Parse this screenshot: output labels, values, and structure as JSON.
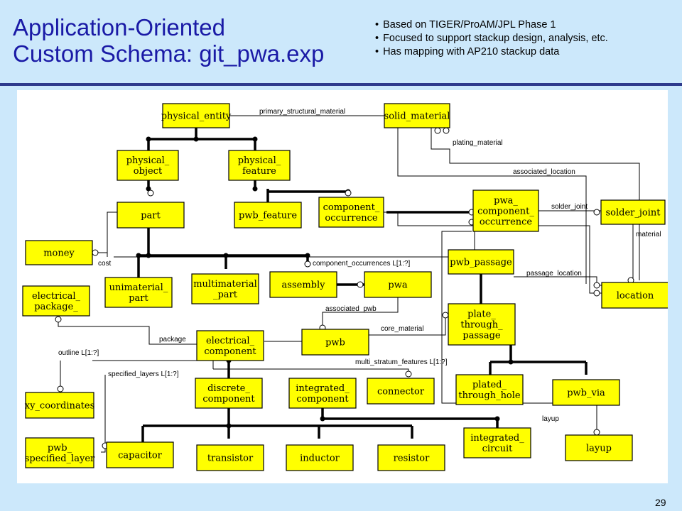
{
  "title": {
    "line1": "Application-Oriented",
    "line2": "Custom Schema: git_pwa.exp"
  },
  "bullets": [
    "Based on TIGER/ProAM/JPL Phase 1",
    "Focused to support stackup design, analysis, etc.",
    "Has mapping with AP210 stackup data"
  ],
  "page_number": "29",
  "colors": {
    "background": "#cce8fb",
    "title": "#1a1aa6",
    "entity_fill": "#ffff00",
    "rule": "#2e3a8c"
  },
  "diagram": {
    "entities": {
      "physical_entity": [
        "physical_entity"
      ],
      "solid_material": [
        "solid_material"
      ],
      "physical_object": [
        "physical_",
        "object"
      ],
      "physical_feature": [
        "physical_",
        "feature"
      ],
      "component_occurrence": [
        "component_",
        "occurrence"
      ],
      "pwa_component_occurrence": [
        "pwa_",
        "component_",
        "occurrence"
      ],
      "solder_joint": [
        "solder_joint"
      ],
      "part": [
        "part"
      ],
      "pwb_feature": [
        "pwb_feature"
      ],
      "money": [
        "money"
      ],
      "pwb_passage": [
        "pwb_passage"
      ],
      "location": [
        "location"
      ],
      "electrical_package": [
        "electrical_",
        "package_"
      ],
      "unimaterial_part": [
        "unimaterial_",
        "part"
      ],
      "multimaterial_part": [
        "multimaterial",
        "_part"
      ],
      "assembly": [
        "assembly"
      ],
      "pwa": [
        "pwa"
      ],
      "plate_through_passage": [
        "plate_",
        "through_",
        "passage"
      ],
      "electrical_component": [
        "electrical_",
        "component"
      ],
      "pwb": [
        "pwb"
      ],
      "discrete_component": [
        "discrete_",
        "component"
      ],
      "integrated_component": [
        "integrated_",
        "component"
      ],
      "connector": [
        "connector"
      ],
      "plated_through_hole": [
        "plated_",
        "through_hole"
      ],
      "pwb_via": [
        "pwb_via"
      ],
      "xy_coordinates": [
        "xy_coordinates"
      ],
      "integrated_circuit": [
        "integrated_",
        "circuit"
      ],
      "pwb_specified_layer": [
        "pwb_",
        "specified_layer"
      ],
      "capacitor": [
        "capacitor"
      ],
      "transistor": [
        "transistor"
      ],
      "inductor": [
        "inductor"
      ],
      "resistor": [
        "resistor"
      ],
      "layup": [
        "layup"
      ]
    },
    "relationship_labels": {
      "primary_structural_material": "primary_structural_material",
      "plating_material": "plating_material",
      "associated_location": "associated_location",
      "solder_joint": "solder_joint",
      "material": "material",
      "cost": "cost",
      "component_occurrences": "component_occurrences L[1:?]",
      "passage_location": "passage_location",
      "associated_pwb": "associated_pwb",
      "package": "package",
      "core_material": "core_material",
      "outline": "outline L[1:?]",
      "multi_stratum_features": "multi_stratum_features L[1:?]",
      "specified_layers": "specified_layers L[1:?]",
      "layup": "layup"
    }
  }
}
